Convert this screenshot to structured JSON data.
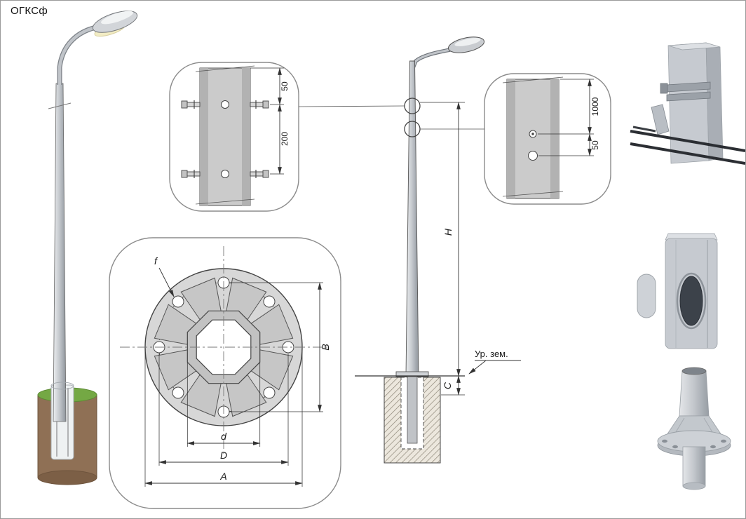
{
  "title": "ОГКСф",
  "colors": {
    "line": "#444444",
    "dim_line": "#333333",
    "metal_light": "#d7d7d7",
    "metal_mid": "#c2c2c2",
    "metal_dark": "#9aa0a6",
    "foundation_brown": "#8f7055",
    "grass_green": "#74a844",
    "lamp_glow": "#f2ecc4",
    "cable_black": "#2b2e33",
    "background": "#ffffff"
  },
  "detail_top_view": {
    "dim_edge_to_hole": "50",
    "dim_hole_to_hole": "200"
  },
  "detail_right_view": {
    "dim_joint_to_hole": "1000",
    "dim_hole_to_hole": "50"
  },
  "flange_plan_view": {
    "hole_label": "f",
    "dim_bolt_circle_vertical": "B",
    "dim_shaft_across_flats": "d",
    "dim_bolt_circle_diameter": "D",
    "dim_plate_diameter": "A"
  },
  "elevation_view": {
    "dim_height": "H",
    "dim_embedment": "C",
    "ground_level_label": "Ур. зем."
  }
}
